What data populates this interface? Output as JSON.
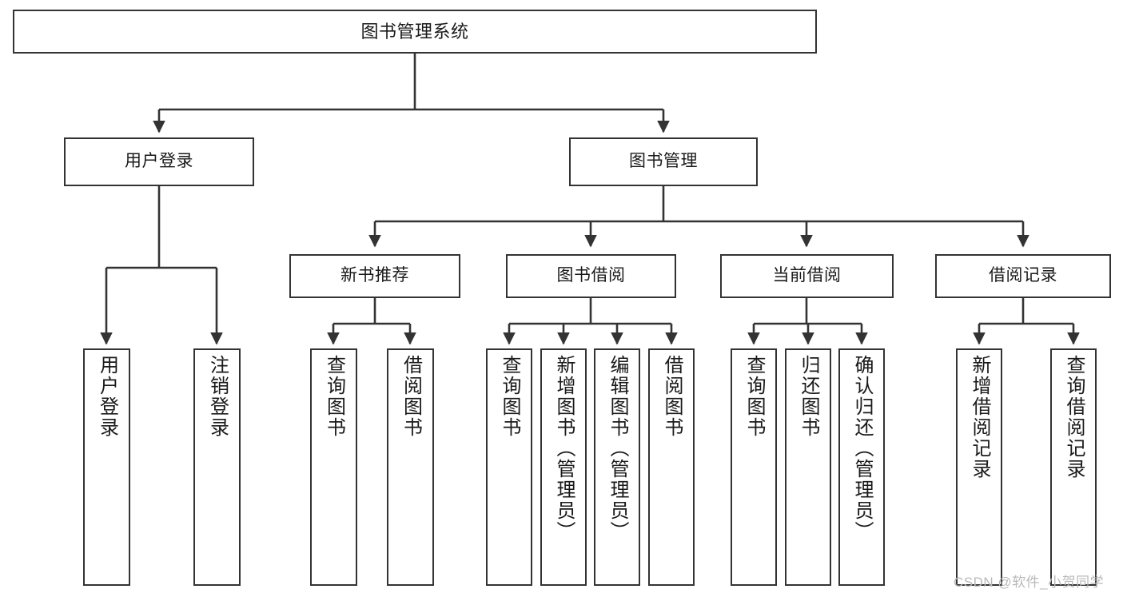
{
  "diagram": {
    "title": "图书管理系统",
    "watermark": "CSDN @软件_小贺同学",
    "colors": {
      "border": "#333333",
      "background": "#ffffff",
      "text": "#1a1a1a",
      "connector": "#333333",
      "watermark": "#b9b9b9"
    },
    "nodes": {
      "root": {
        "label": "图书管理系统"
      },
      "level1": [
        {
          "id": "user-login",
          "label": "用户登录"
        },
        {
          "id": "book-management",
          "label": "图书管理"
        }
      ],
      "level2": [
        {
          "id": "new-book-recommend",
          "label": "新书推荐"
        },
        {
          "id": "book-borrow",
          "label": "图书借阅"
        },
        {
          "id": "current-borrow",
          "label": "当前借阅"
        },
        {
          "id": "borrow-record",
          "label": "借阅记录"
        }
      ],
      "leaves": {
        "user-login": [
          {
            "id": "login",
            "label": "用户登录"
          },
          {
            "id": "logout",
            "label": "注销登录"
          }
        ],
        "new-book-recommend": [
          {
            "id": "query-book-1",
            "label": "查询图书"
          },
          {
            "id": "borrow-book-1",
            "label": "借阅图书"
          }
        ],
        "book-borrow": [
          {
            "id": "query-book-2",
            "label": "查询图书"
          },
          {
            "id": "add-book",
            "label": "新增图书（管理员）"
          },
          {
            "id": "edit-book",
            "label": "编辑图书（管理员）"
          },
          {
            "id": "borrow-book-2",
            "label": "借阅图书"
          }
        ],
        "current-borrow": [
          {
            "id": "query-book-3",
            "label": "查询图书"
          },
          {
            "id": "return-book",
            "label": "归还图书"
          },
          {
            "id": "confirm-return",
            "label": "确认归还（管理员）"
          }
        ],
        "borrow-record": [
          {
            "id": "add-record",
            "label": "新增借阅记录"
          },
          {
            "id": "query-record",
            "label": "查询借阅记录"
          }
        ]
      }
    }
  }
}
